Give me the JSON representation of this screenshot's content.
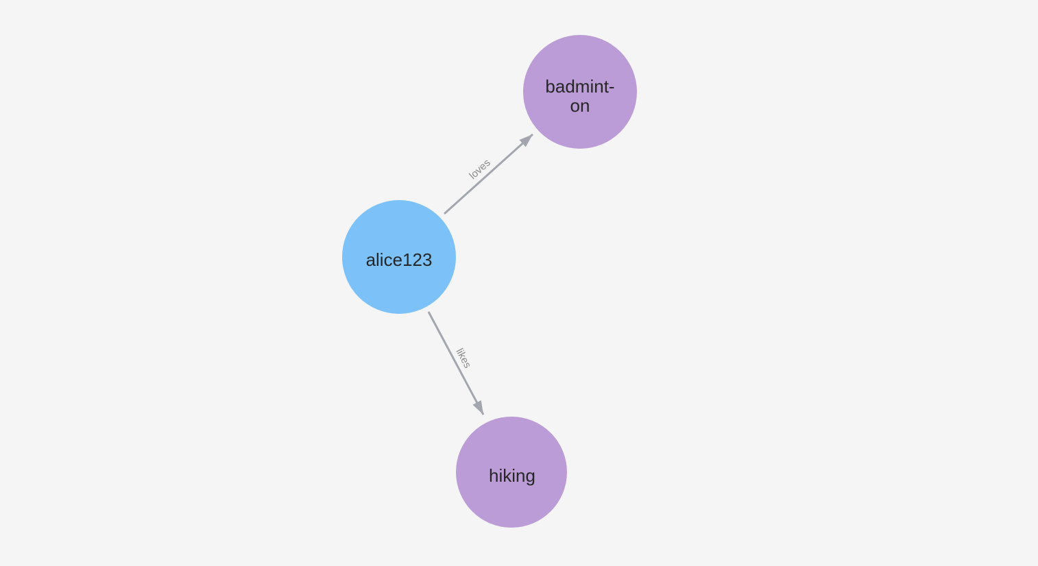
{
  "canvas": {
    "background": "#f4f5f4"
  },
  "graph": {
    "nodes": [
      {
        "id": "alice123",
        "label": "alice123",
        "color": "#7cc2f8",
        "text_color": "#262626"
      },
      {
        "id": "badminton",
        "label": "badminton",
        "label_line1": "badmint-",
        "label_line2": "on",
        "color": "#bb9cd6",
        "text_color": "#262626"
      },
      {
        "id": "hiking",
        "label": "hiking",
        "color": "#bb9cd6",
        "text_color": "#262626"
      }
    ],
    "edges": [
      {
        "label": "loves",
        "from": "alice123",
        "to": "badminton",
        "color": "#a3a6af",
        "label_color": "#8a8a8a"
      },
      {
        "label": "likes",
        "from": "alice123",
        "to": "hiking",
        "color": "#a3a6af",
        "label_color": "#8a8a8a"
      }
    ]
  }
}
